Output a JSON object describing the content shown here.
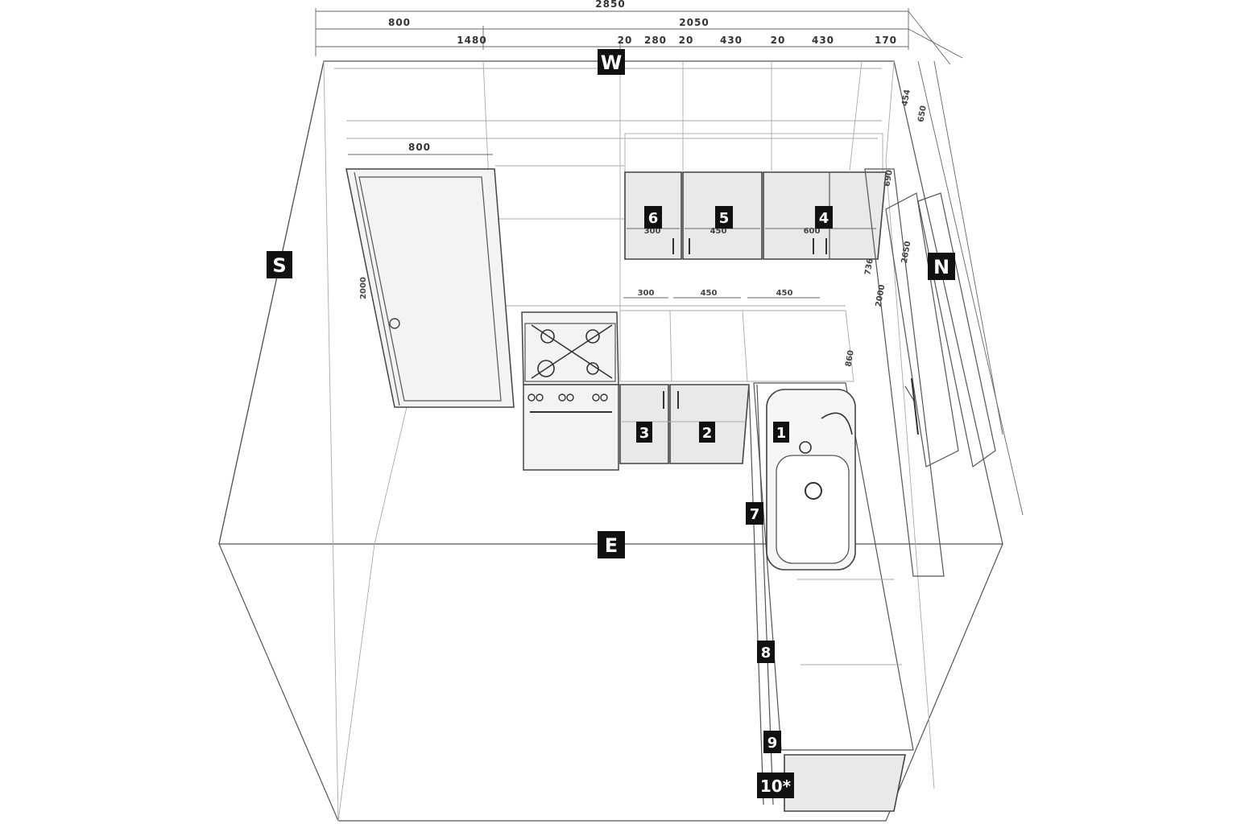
{
  "compass": {
    "west": "W",
    "north": "N",
    "south": "S",
    "east": "E"
  },
  "dimensions": {
    "total_width": "2850",
    "left_segment": "800",
    "right_segment": "2050",
    "offset": "1480",
    "gap_a": "20",
    "cab_280": "280",
    "gap_b": "20",
    "cab_430a": "430",
    "gap_c": "20",
    "cab_430b": "430",
    "end_170": "170",
    "door_width": "800",
    "door_height": "2000",
    "wall_cab_300": "300",
    "wall_cab_450": "450",
    "wall_cab_600": "600",
    "base_300": "300",
    "base_450a": "450",
    "base_450b": "450",
    "height_454": "454",
    "height_650": "650",
    "height_690": "690",
    "height_736": "736",
    "height_2000_right": "2000",
    "height_860": "860",
    "height_2650": "2650"
  },
  "labels": {
    "l1": "1",
    "l2": "2",
    "l3": "3",
    "l4": "4",
    "l5": "5",
    "l6": "6",
    "l7": "7",
    "l8": "8",
    "l9": "9",
    "l10": "10*"
  }
}
